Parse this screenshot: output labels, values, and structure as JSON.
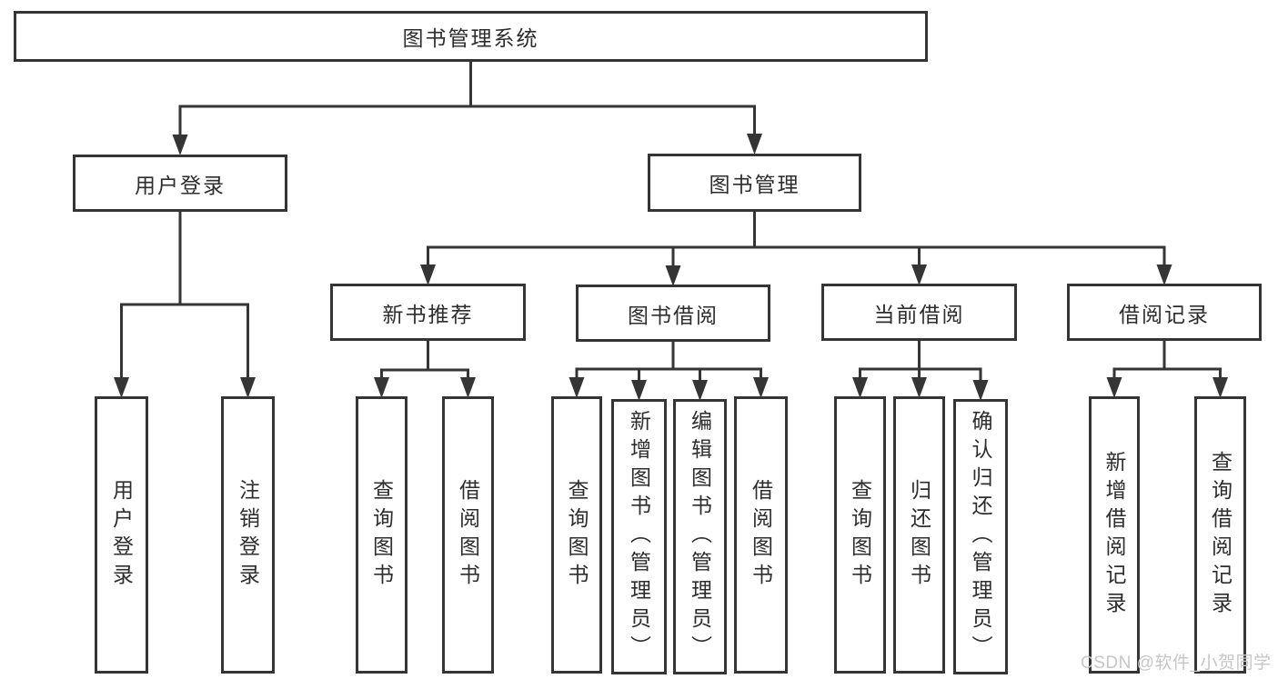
{
  "tree": {
    "label": "图书管理系统",
    "children": [
      {
        "label": "用户登录",
        "children": [
          {
            "label": "用户登录"
          },
          {
            "label": "注销登录"
          }
        ]
      },
      {
        "label": "图书管理",
        "children": [
          {
            "label": "新书推荐",
            "children": [
              {
                "label": "查询图书"
              },
              {
                "label": "借阅图书"
              }
            ]
          },
          {
            "label": "图书借阅",
            "children": [
              {
                "label": "查询图书"
              },
              {
                "label": "新增图书（管理员）"
              },
              {
                "label": "编辑图书（管理员）"
              },
              {
                "label": "借阅图书"
              }
            ]
          },
          {
            "label": "当前借阅",
            "children": [
              {
                "label": "查询图书"
              },
              {
                "label": "归还图书"
              },
              {
                "label": "确认归还（管理员）"
              }
            ]
          },
          {
            "label": "借阅记录",
            "children": [
              {
                "label": "新增借阅记录"
              },
              {
                "label": "查询借阅记录"
              }
            ]
          }
        ]
      }
    ]
  },
  "watermark": {
    "text": "CSDN @软件_小贺同学"
  },
  "colors": {
    "line": "#353535",
    "box_border": "#353535",
    "text": "#2d2d2d",
    "watermark": "#c6c6c6",
    "background": "#ffffff"
  }
}
